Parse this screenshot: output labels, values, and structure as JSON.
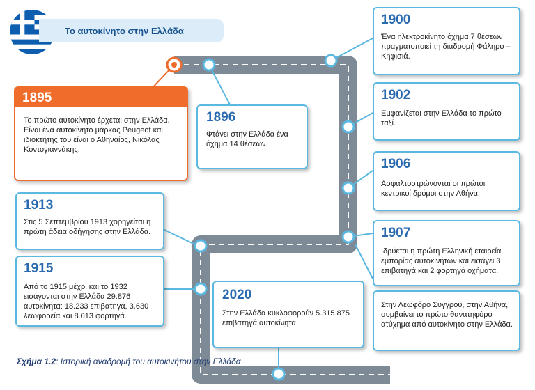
{
  "title": "Το αυτοκίνητο στην Ελλάδα",
  "colors": {
    "accent": "#2a6ab0",
    "box_border": "#5bb8e0",
    "highlight": "#ef6c2b",
    "road": "#7e8a96"
  },
  "events": [
    {
      "year": "1895",
      "text": "Το πρώτο αυτοκίνητο έρχεται στην Ελλάδα. Είναι ένα αυτοκίνητο μάρκας Peugeot και ιδιοκτήτης του είναι ο Αθηναίος, Νικόλας Κοντογιαννάκης."
    },
    {
      "year": "1896",
      "text": "Φτάνει στην Ελλάδα ένα όχημα 14 θέσεων."
    },
    {
      "year": "1900",
      "text": "Ένα ηλεκτροκίνητο όχημα 7 θέσεων πραγματοποιεί τη διαδρομή Φάληρο – Κηφισιά."
    },
    {
      "year": "1902",
      "text": "Εμφανίζεται στην Ελλάδα το πρώτο ταξί."
    },
    {
      "year": "1906",
      "text": "Ασφαλτοστρώνονται οι πρώτοι κεντρικοί δρόμοι στην Αθήνα."
    },
    {
      "year": "1907",
      "text": "Ιδρύεται η πρώτη Ελληνική εταιρεία εμπορίας αυτοκινήτων και εισάγει 3 επιβατηγά και 2 φορτηγά οχήματα."
    },
    {
      "year": "",
      "text": "Στην Λεωφόρο Συγγρού, στην Αθήνα, συμβαίνει το πρώτο θανατηφόρο ατύχημα από αυτοκίνητο στην Ελλάδα."
    },
    {
      "year": "1913",
      "text": "Στις 5 Σεπτεμβρίου 1913 χορηγείται η πρώτη άδεια οδήγησης στην Ελλάδα."
    },
    {
      "year": "1915",
      "text": "Από το 1915 μέχρι και το 1932 εισάγονται στην Ελλάδα 29.876 αυτοκίνητα: 18.233 επιβατηγά, 3.630 λεωφορεία και 8.013 φορτηγά."
    },
    {
      "year": "2020",
      "text": "Στην Ελλάδα κυκλοφορούν 5.315.875 επιβατηγά αυτοκίνητα."
    }
  ],
  "caption": {
    "label": "Σχήμα 1.2",
    "text": ": Ιστορική αναδρομή του αυτοκινήτου στην Ελλάδα"
  }
}
